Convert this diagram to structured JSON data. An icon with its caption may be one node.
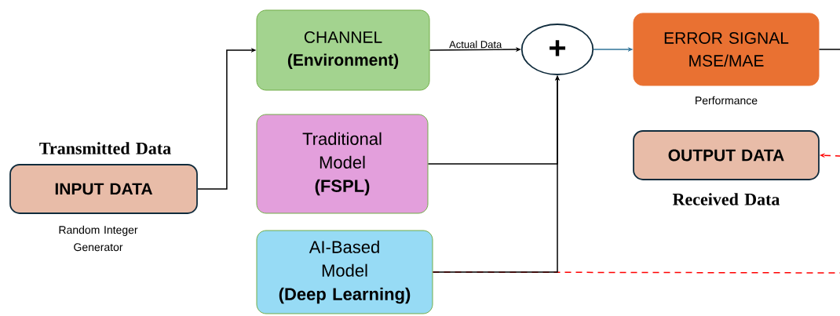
{
  "diagram": {
    "nodes": [
      {
        "text": [
          "INPUT DATA"
        ],
        "beside": [
          "Transmitted Data",
          "Random Integer Generator"
        ]
      },
      {
        "text": [
          "CHANNEL",
          "(Environment)"
        ]
      },
      {
        "text": [
          "Traditional Model",
          "(FSPL)"
        ]
      },
      {
        "text": [
          "AI-Based Model",
          "(Deep Learning)"
        ]
      },
      {
        "text": [
          "+"
        ]
      },
      {
        "text": [
          "ERROR SIGNAL MSE/MAE"
        ],
        "beside": [
          "Performance"
        ]
      },
      {
        "text": [
          "OUTPUT DATA"
        ],
        "beside": [
          "Received Data"
        ]
      }
    ],
    "edges": [
      {
        "from": 0,
        "to": 1,
        "arrow": "to"
      },
      {
        "from": 1,
        "to": 4,
        "arrow": "to",
        "label": "Actual Data"
      },
      {
        "from": 2,
        "to": 4,
        "arrow": "to"
      },
      {
        "from": 3,
        "to": 4,
        "arrow": "to"
      },
      {
        "from": 4,
        "to": 5,
        "arrow": "to",
        "color": "#2f7398"
      },
      {
        "from": 5,
        "to": null,
        "arrow": "none"
      },
      {
        "from": null,
        "to": 6,
        "arrow": "to",
        "style": "dashed",
        "color": "#ff0000"
      },
      {
        "from": 3,
        "to": null,
        "arrow": "none",
        "style": "dashed",
        "color": "#ff0000"
      }
    ]
  }
}
